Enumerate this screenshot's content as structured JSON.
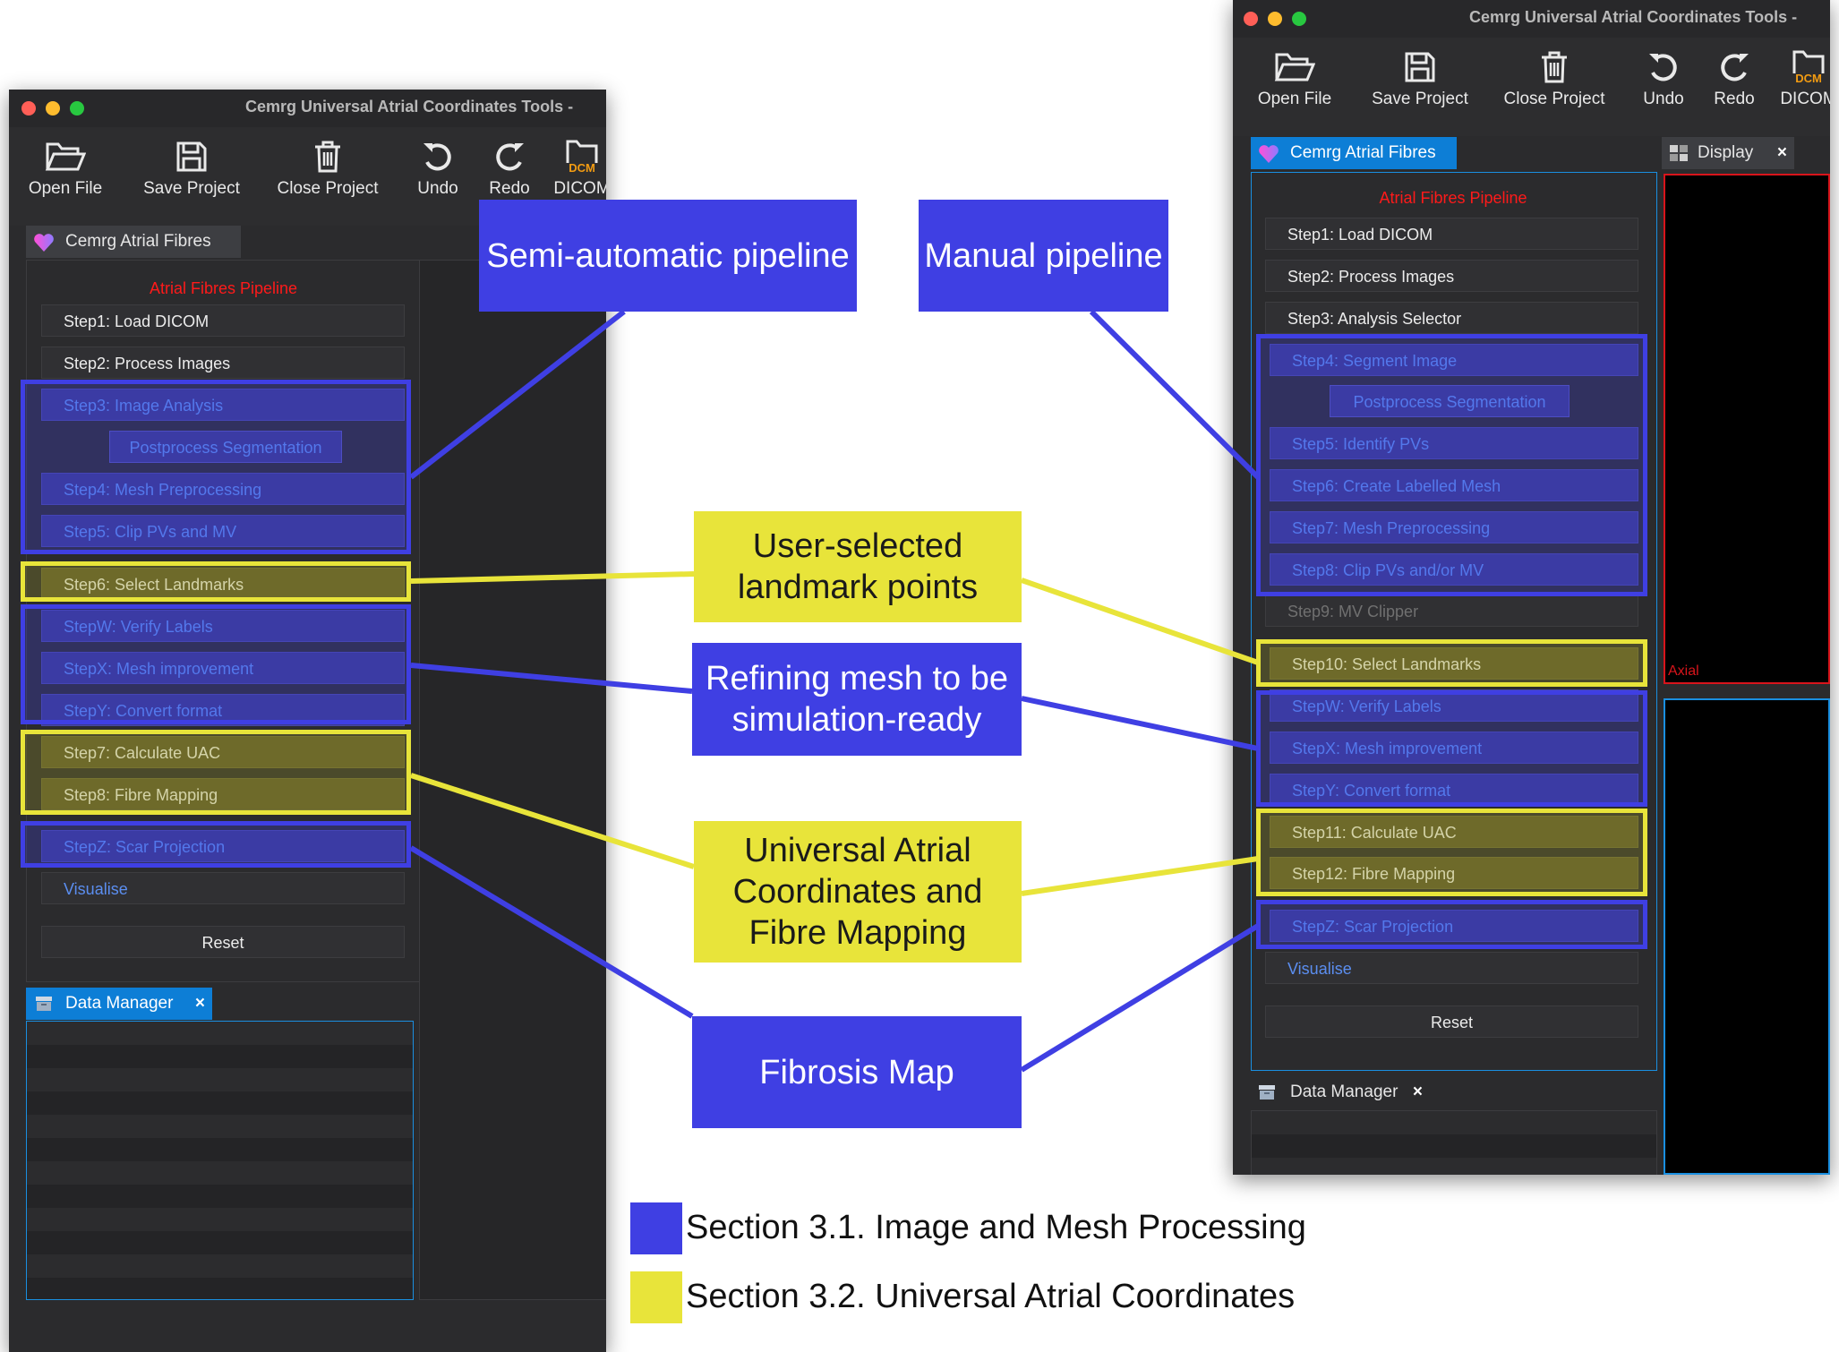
{
  "left_window": {
    "title": "Cemrg Universal Atrial Coordinates Tools -",
    "toolbar": {
      "open_file": "Open File",
      "save_project": "Save Project",
      "close_project": "Close Project",
      "undo": "Undo",
      "redo": "Redo",
      "dicom": "DICOM",
      "dcm_badge": "DCM"
    },
    "tabs": {
      "plugin": "Cemrg Atrial Fibres",
      "data_manager": "Data Manager",
      "close": "×"
    },
    "pipeline_title": "Atrial Fibres Pipeline",
    "steps": {
      "s1": "Step1: Load DICOM",
      "s2": "Step2: Process Images",
      "s3": "Step3: Image Analysis",
      "postprocess": "Postprocess Segmentation",
      "s4": "Step4: Mesh Preprocessing",
      "s5": "Step5: Clip PVs and MV",
      "s6": "Step6: Select Landmarks",
      "sw": "StepW: Verify Labels",
      "sx": "StepX: Mesh improvement",
      "sy": "StepY: Convert format",
      "s7": "Step7: Calculate UAC",
      "s8": "Step8: Fibre Mapping",
      "sz": "StepZ: Scar Projection",
      "visualise": "Visualise",
      "reset": "Reset"
    }
  },
  "right_window": {
    "title": "Cemrg Universal Atrial Coordinates Tools -",
    "toolbar": {
      "open_file": "Open File",
      "save_project": "Save Project",
      "close_project": "Close Project",
      "undo": "Undo",
      "redo": "Redo",
      "dicom": "DICOM",
      "dcm_badge": "DCM"
    },
    "tabs": {
      "plugin": "Cemrg Atrial Fibres",
      "display": "Display",
      "data_manager": "Data Manager",
      "close": "×"
    },
    "pipeline_title": "Atrial Fibres Pipeline",
    "viewer_label": "Axial",
    "steps": {
      "s1": "Step1: Load DICOM",
      "s2": "Step2: Process Images",
      "s3": "Step3: Analysis Selector",
      "s4": "Step4: Segment Image",
      "postprocess": "Postprocess Segmentation",
      "s5": "Step5: Identify PVs",
      "s6": "Step6: Create Labelled Mesh",
      "s7": "Step7: Mesh Preprocessing",
      "s8": "Step8: Clip PVs and/or MV",
      "s9": "Step9: MV Clipper",
      "s10": "Step10: Select Landmarks",
      "sw": "StepW: Verify Labels",
      "sx": "StepX: Mesh improvement",
      "sy": "StepY: Convert format",
      "s11": "Step11: Calculate UAC",
      "s12": "Step12: Fibre Mapping",
      "sz": "StepZ: Scar Projection",
      "visualise": "Visualise",
      "reset": "Reset"
    }
  },
  "callouts": {
    "semi_auto": "Semi-automatic pipeline",
    "manual": "Manual pipeline",
    "landmarks": [
      "User-selected",
      "landmark points"
    ],
    "refining": [
      "Refining mesh to be",
      "simulation-ready"
    ],
    "uac": [
      "Universal Atrial",
      "Coordinates and",
      "Fibre Mapping"
    ],
    "fibrosis": "Fibrosis Map"
  },
  "legend": [
    {
      "label": "Section 3.1. Image and Mesh Processing",
      "color": "#3f3fe3"
    },
    {
      "label": "Section 3.2. Universal Atrial Coordinates",
      "color": "#e8e43a"
    }
  ],
  "colors": {
    "blue": "#3f3fe3",
    "yellow": "#e8e43a",
    "pipeline_red": "#ff1a1a",
    "active_tab": "#0d7ed6",
    "traffic_red": "#ff5f57",
    "traffic_yellow": "#febc2e",
    "traffic_green": "#28c840"
  },
  "icons": [
    "open-folder-icon",
    "save-disk-icon",
    "trash-icon",
    "undo-icon",
    "redo-icon",
    "dicom-folder-icon",
    "heart-icon",
    "data-manager-icon",
    "display-icon"
  ]
}
